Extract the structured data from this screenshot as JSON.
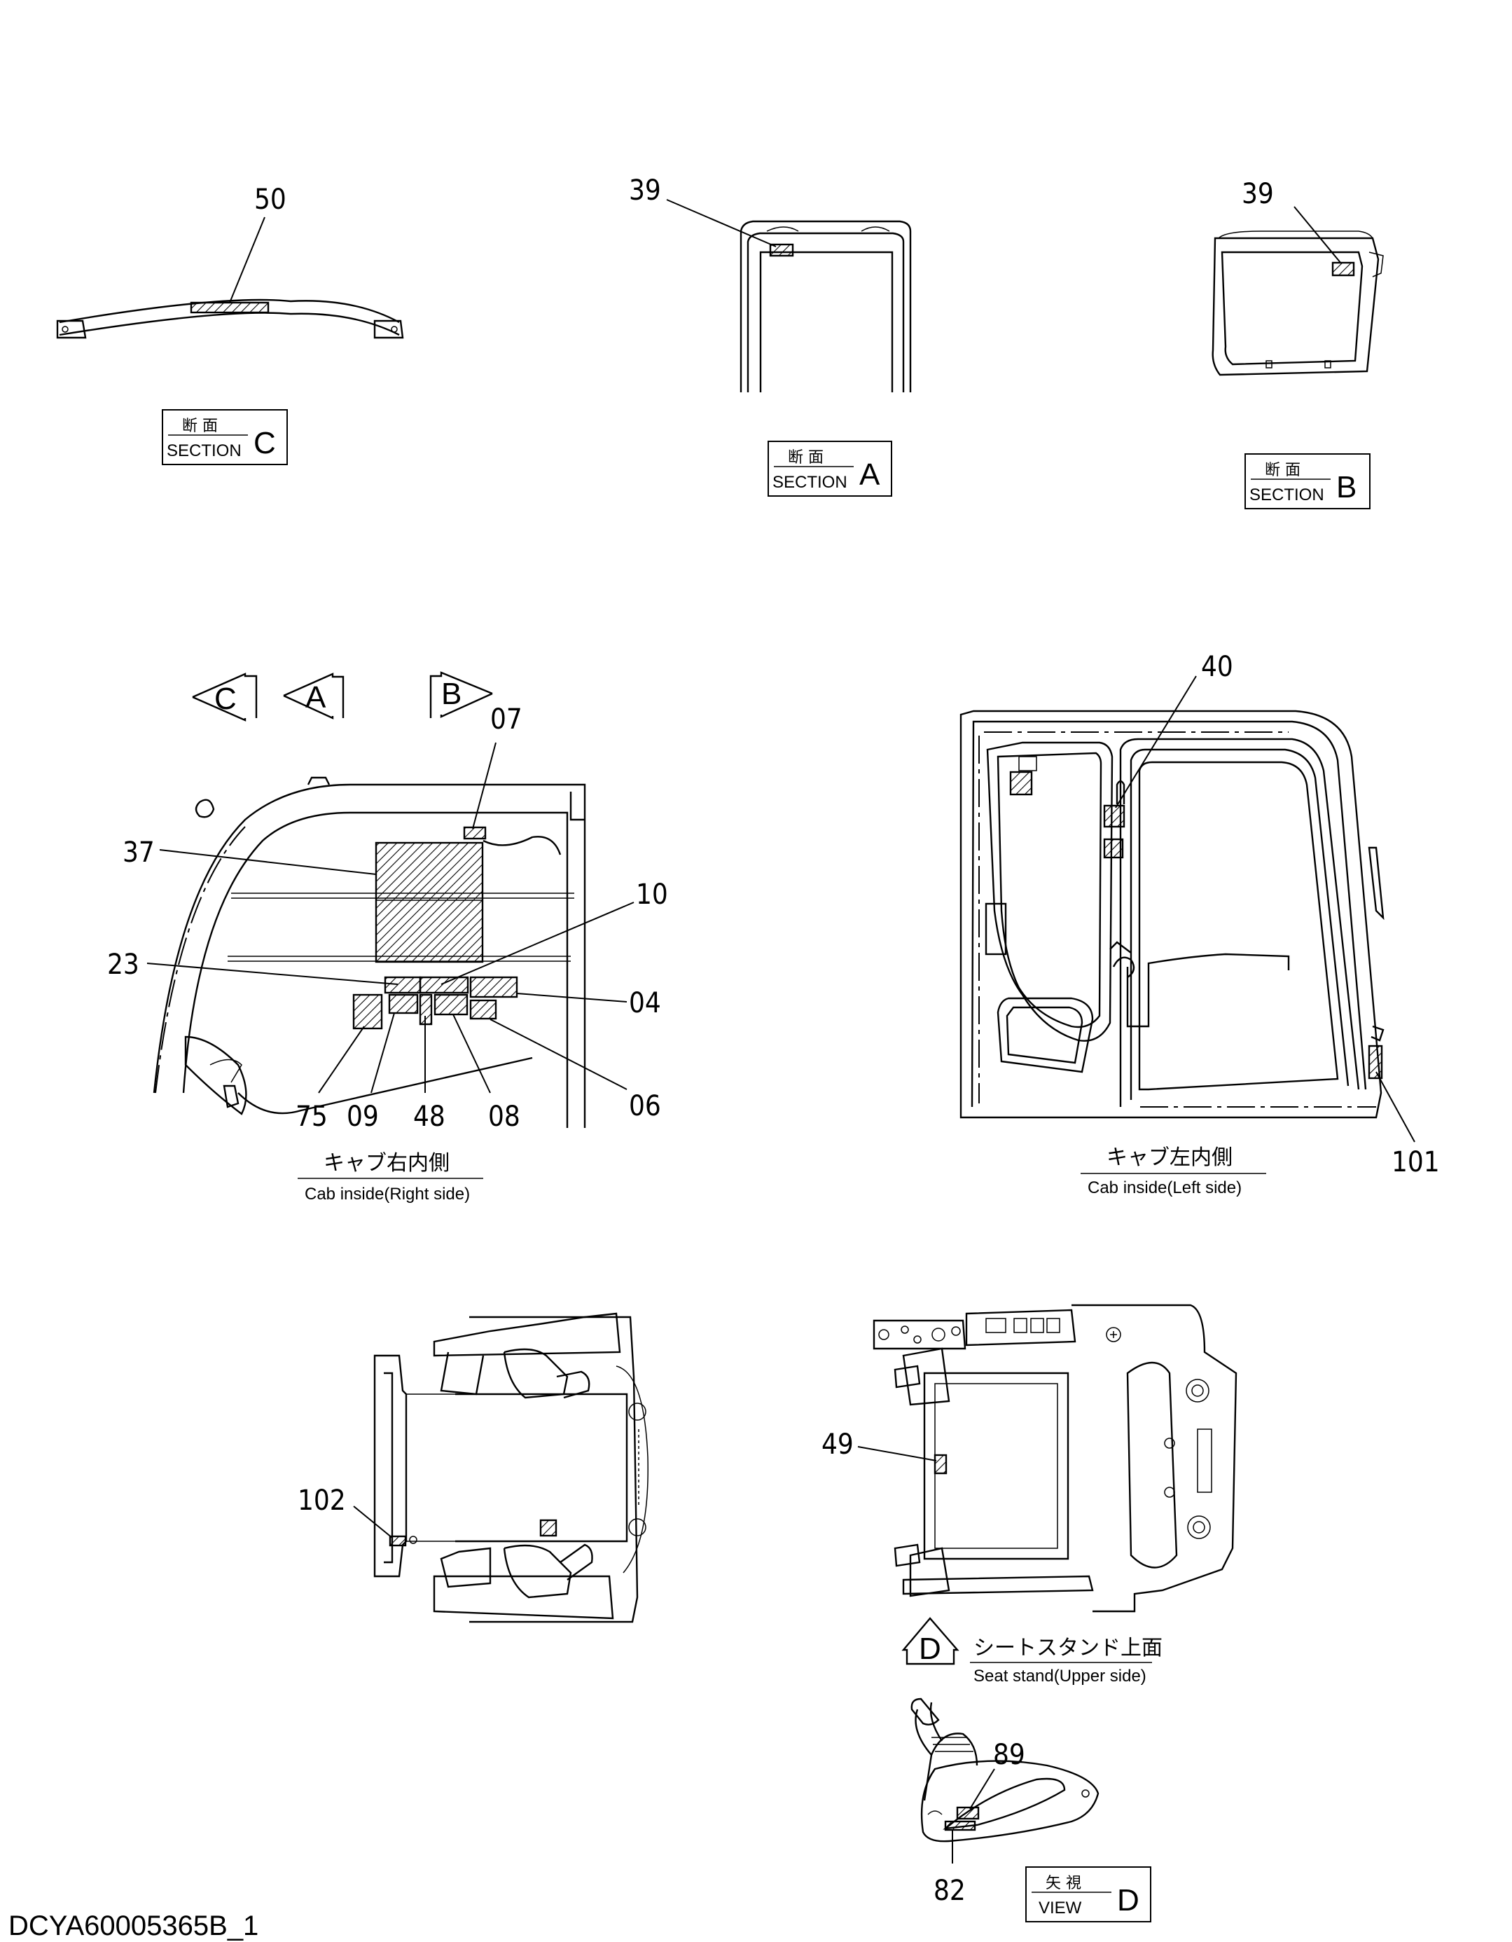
{
  "document_id": "DCYA60005365B_1",
  "section_labels": [
    {
      "jp": "断 面",
      "en": "SECTION",
      "letter": "C"
    },
    {
      "jp": "断 面",
      "en": "SECTION",
      "letter": "A"
    },
    {
      "jp": "断 面",
      "en": "SECTION",
      "letter": "B"
    },
    {
      "jp": "矢 視",
      "en": "VIEW",
      "letter": "D"
    }
  ],
  "view_arrows": [
    "C",
    "A",
    "B",
    "D"
  ],
  "captions": {
    "cab_right": {
      "jp": "キャブ右内側",
      "en": "Cab inside(Right side)"
    },
    "cab_left": {
      "jp": "キャブ左内側",
      "en": "Cab inside(Left side)"
    },
    "seat_stand": {
      "jp": "シートスタンド上面",
      "en": "Seat stand(Upper side)"
    }
  },
  "callouts": {
    "c50": "50",
    "c39a": "39",
    "c39b": "39",
    "c07": "07",
    "c37": "37",
    "c10": "10",
    "c23": "23",
    "c04": "04",
    "c75": "75",
    "c09": "09",
    "c48": "48",
    "c08": "08",
    "c06": "06",
    "c40": "40",
    "c101": "101",
    "c102": "102",
    "c49": "49",
    "c89": "89",
    "c82": "82"
  }
}
